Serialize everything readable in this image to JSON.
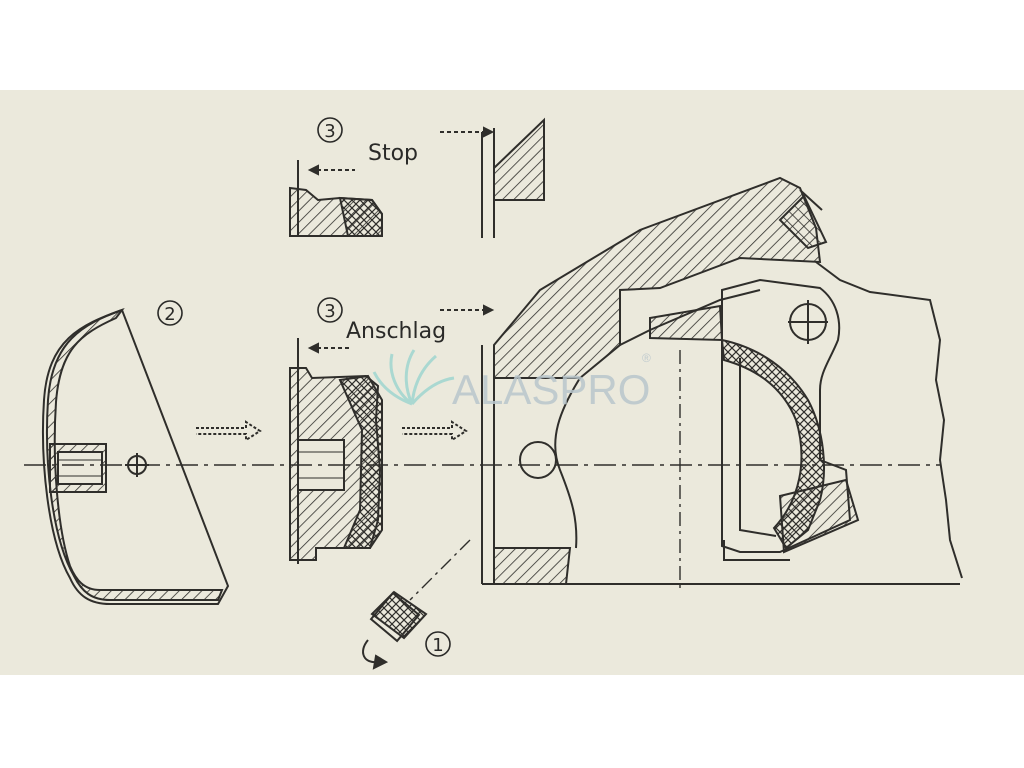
{
  "labels": {
    "step3_top": "3",
    "stop": "Stop",
    "step3_mid": "3",
    "anschlag": "Anschlag",
    "step2": "2",
    "step1": "1"
  },
  "watermark": {
    "text": "ALASPRO",
    "mark": "®",
    "icon": "fan-leaf-icon"
  },
  "colors": {
    "paper": "#ebe9dc",
    "ink": "#2f2e2b",
    "watermark": "#b9c6cc",
    "watermark_icon": "#9fd6d0"
  }
}
